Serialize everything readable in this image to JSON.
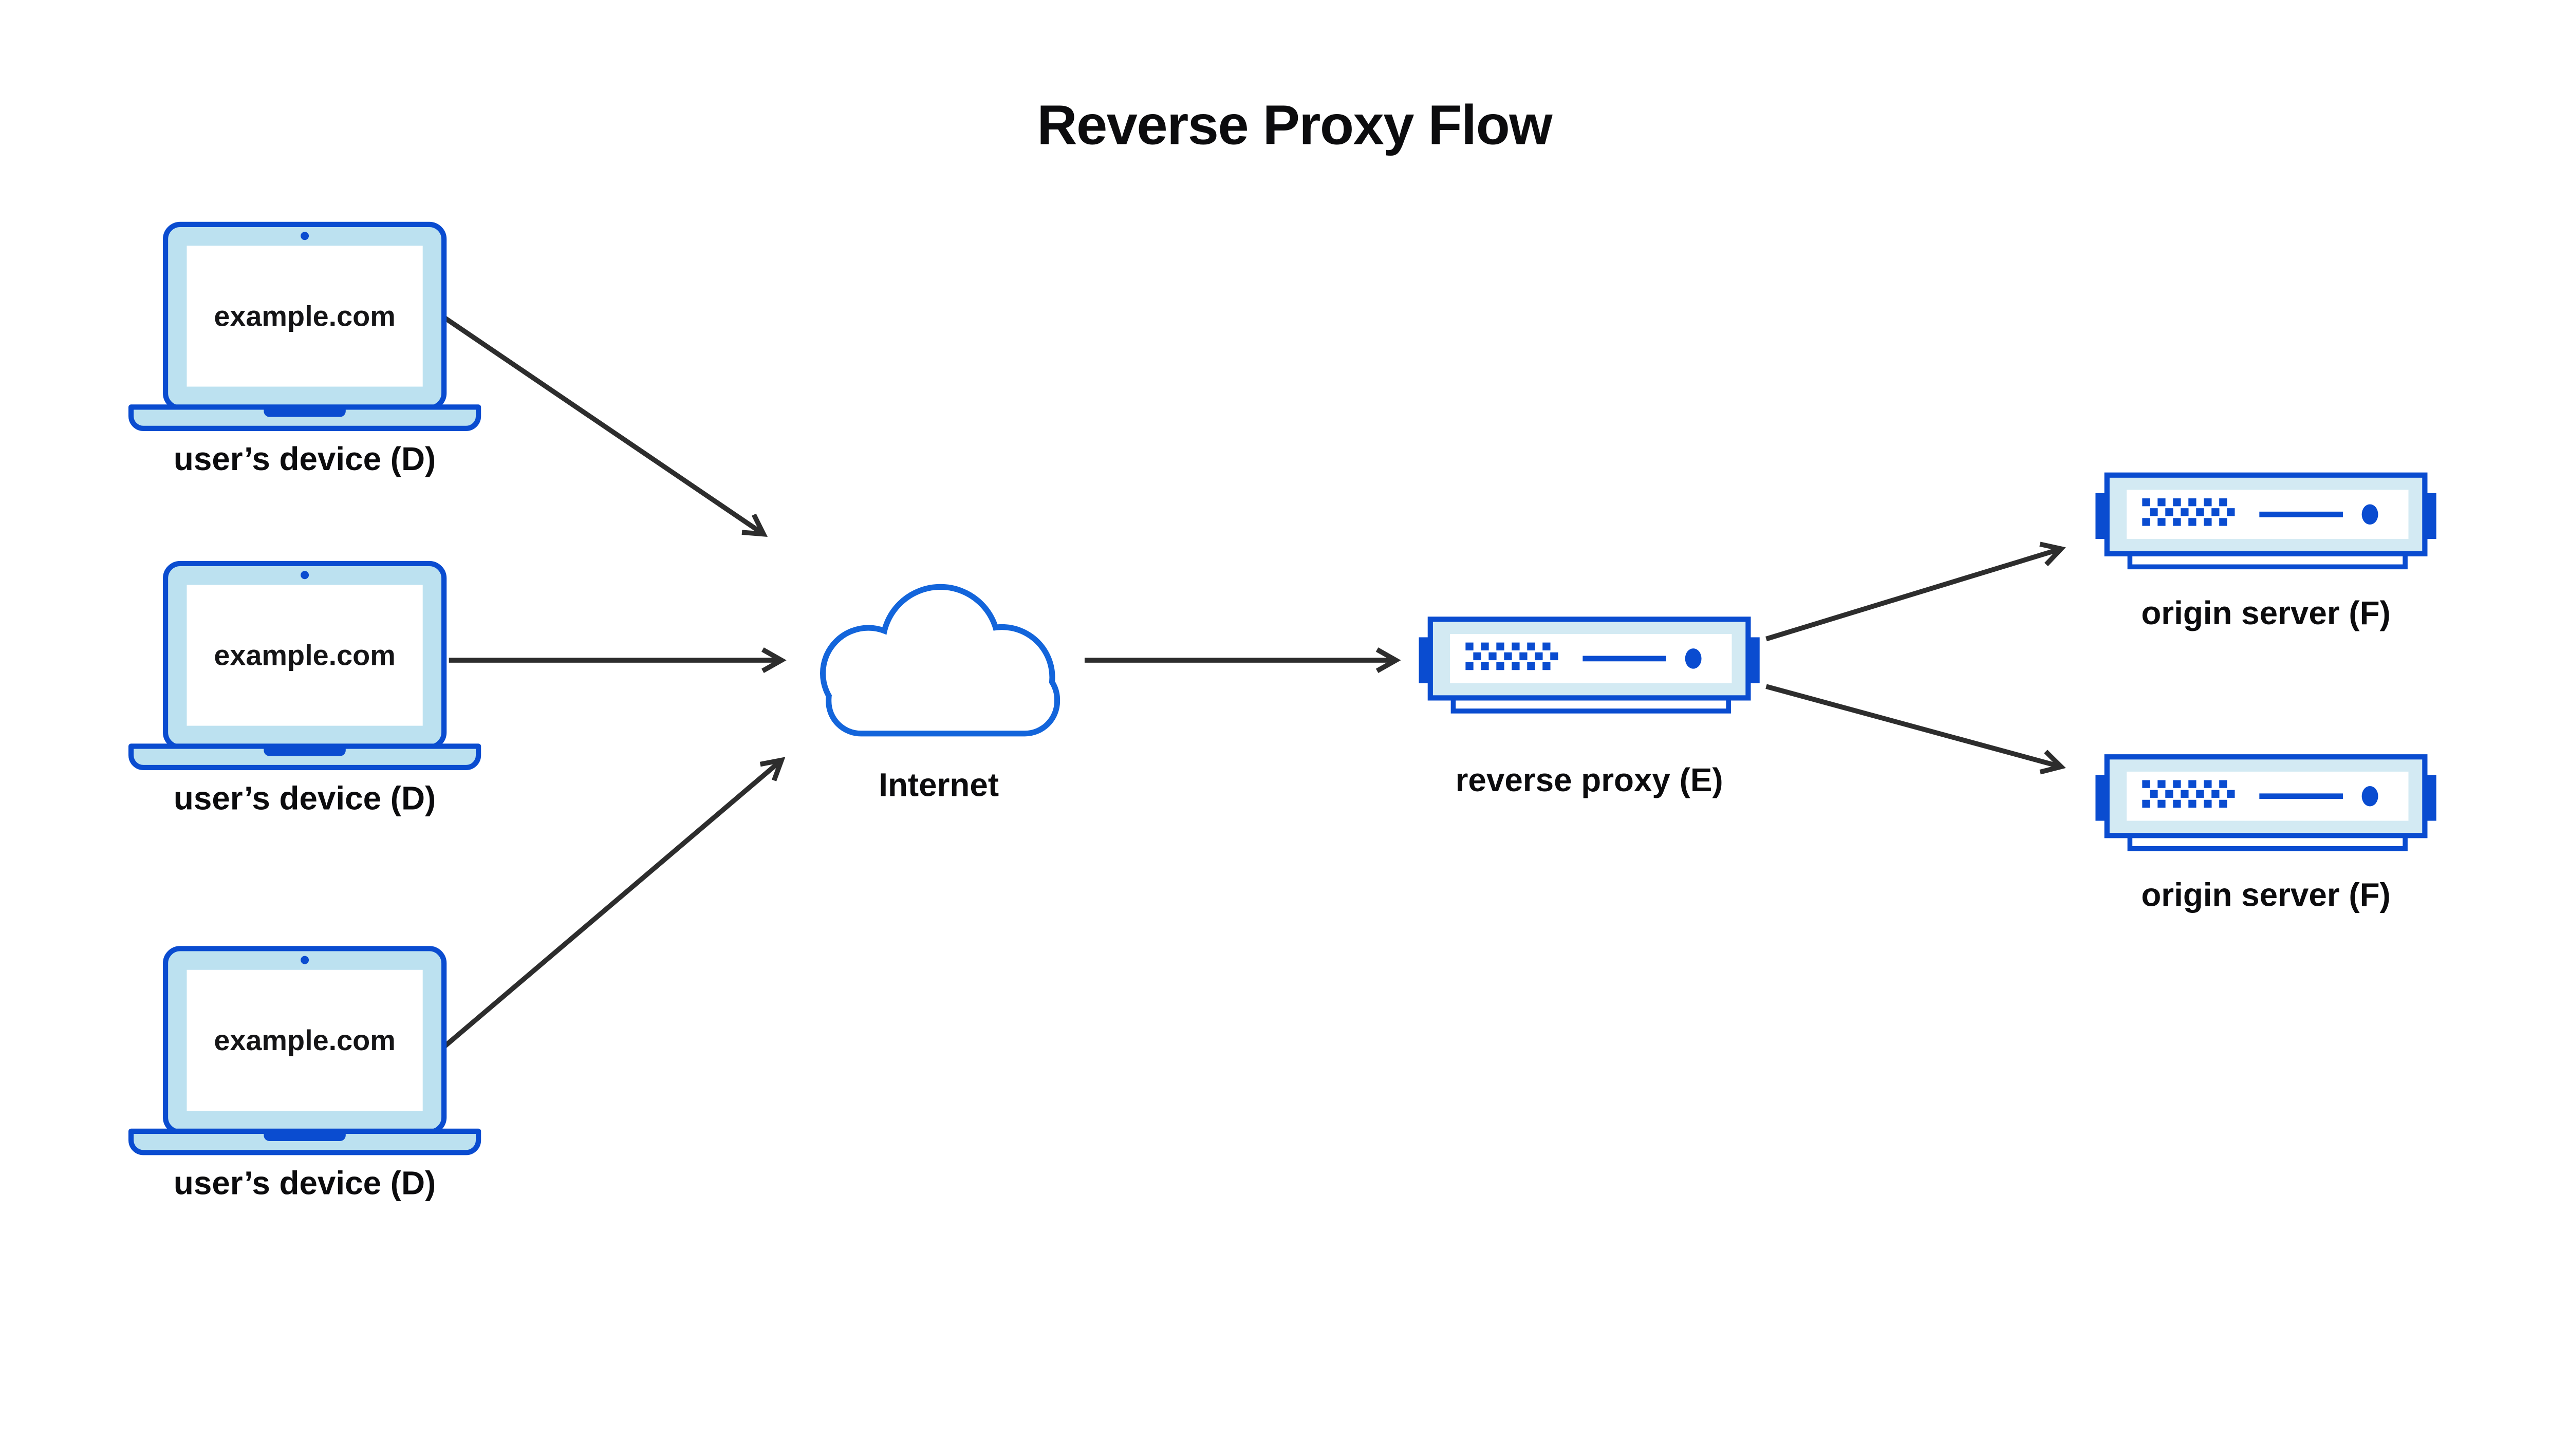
{
  "diagram": {
    "title": "Reverse Proxy Flow",
    "devices": [
      {
        "screen_text": "example.com",
        "label": "user’s device (D)",
        "icon": "laptop-icon"
      },
      {
        "screen_text": "example.com",
        "label": "user’s device (D)",
        "icon": "laptop-icon"
      },
      {
        "screen_text": "example.com",
        "label": "user’s device (D)",
        "icon": "laptop-icon"
      }
    ],
    "internet": {
      "label": "Internet",
      "icon": "cloud-icon"
    },
    "reverse_proxy": {
      "label": "reverse proxy (E)",
      "icon": "server-icon"
    },
    "origin_servers": [
      {
        "label": "origin server (F)",
        "icon": "server-icon"
      },
      {
        "label": "origin server (F)",
        "icon": "server-icon"
      }
    ],
    "flows": [
      {
        "from": "user-device-1",
        "to": "internet"
      },
      {
        "from": "user-device-2",
        "to": "internet"
      },
      {
        "from": "user-device-3",
        "to": "internet"
      },
      {
        "from": "internet",
        "to": "reverse-proxy"
      },
      {
        "from": "reverse-proxy",
        "to": "origin-server-1"
      },
      {
        "from": "reverse-proxy",
        "to": "origin-server-2"
      }
    ],
    "colors": {
      "accent_blue": "#0A4CD0",
      "cloud_blue": "#1365DB",
      "laptop_fill": "#BCE1F0",
      "server_fill": "#D3EAF3",
      "arrow": "#2D2D2D",
      "text": "#0C0C0E",
      "background": "#FFFFFF"
    }
  }
}
